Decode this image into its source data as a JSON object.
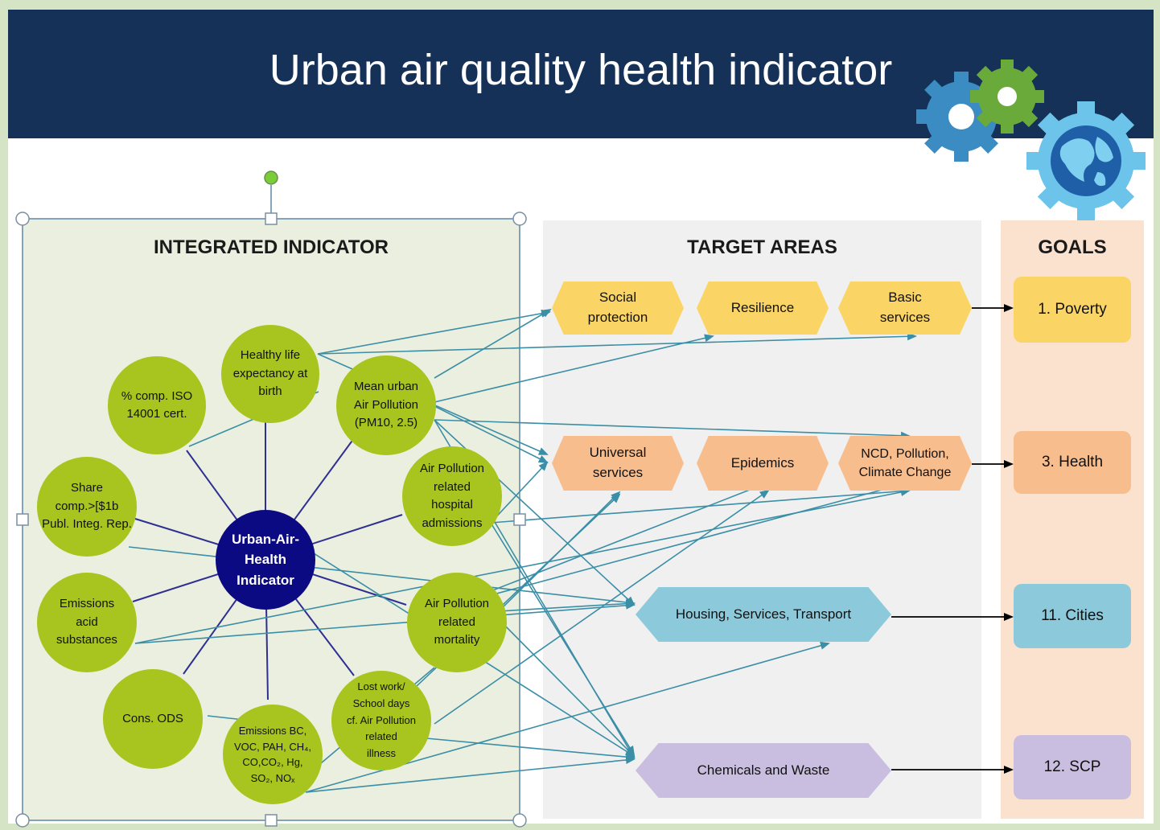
{
  "header": {
    "title": "Urban air quality health indicator"
  },
  "panels": {
    "integrated": "INTEGRATED INDICATOR",
    "targets": "TARGET AREAS",
    "goals": "GOALS"
  },
  "center": {
    "label": "Urban-Air-\nHealth\nIndicator"
  },
  "nodes": {
    "iso": "% comp. ISO\n14001 cert.",
    "life": "Healthy life\nexpectancy at\nbirth",
    "pm": "Mean urban\nAir Pollution\n(PM10, 2.5)",
    "hospital": "Air Pollution\nrelated\nhospital\nadmissions",
    "share": "Share\ncomp.>[$1b\nPubl. Integ. Rep.",
    "acid": "Emissions\nacid\nsubstances",
    "mortality": "Air Pollution\nrelated\nmortality",
    "ods": "Cons. ODS",
    "emissions": "Emissions  BC,\nVOC, PAH, CH₄,\nCO,CO₂,  Hg,\nSO₂, NOₓ",
    "lostwork": "Lost work/\nSchool days\ncf. Air Pollution\nrelated\nillness"
  },
  "targets": {
    "social": "Social\nprotection",
    "resilience": "Resilience",
    "basic": "Basic\nservices",
    "universal": "Universal\nservices",
    "epidemics": "Epidemics",
    "ncd": "NCD, Pollution,\nClimate Change",
    "housing": "Housing, Services, Transport",
    "chemicals": "Chemicals and Waste"
  },
  "goals": {
    "poverty": "1. Poverty",
    "health": "3. Health",
    "cities": "11. Cities",
    "scp": "12. SCP"
  },
  "colors": {
    "title_bg": "#163158",
    "node_green": "#a8c41e",
    "center_navy": "#0b0a82",
    "yellow": "#fad566",
    "orange": "#f8bd8c",
    "blue": "#8ccadb",
    "purple": "#c9bedf",
    "arrow_teal": "#3a8ea6",
    "spoke_navy": "#2e2f92"
  },
  "icons": {
    "decor": "gears-globe-icon"
  }
}
